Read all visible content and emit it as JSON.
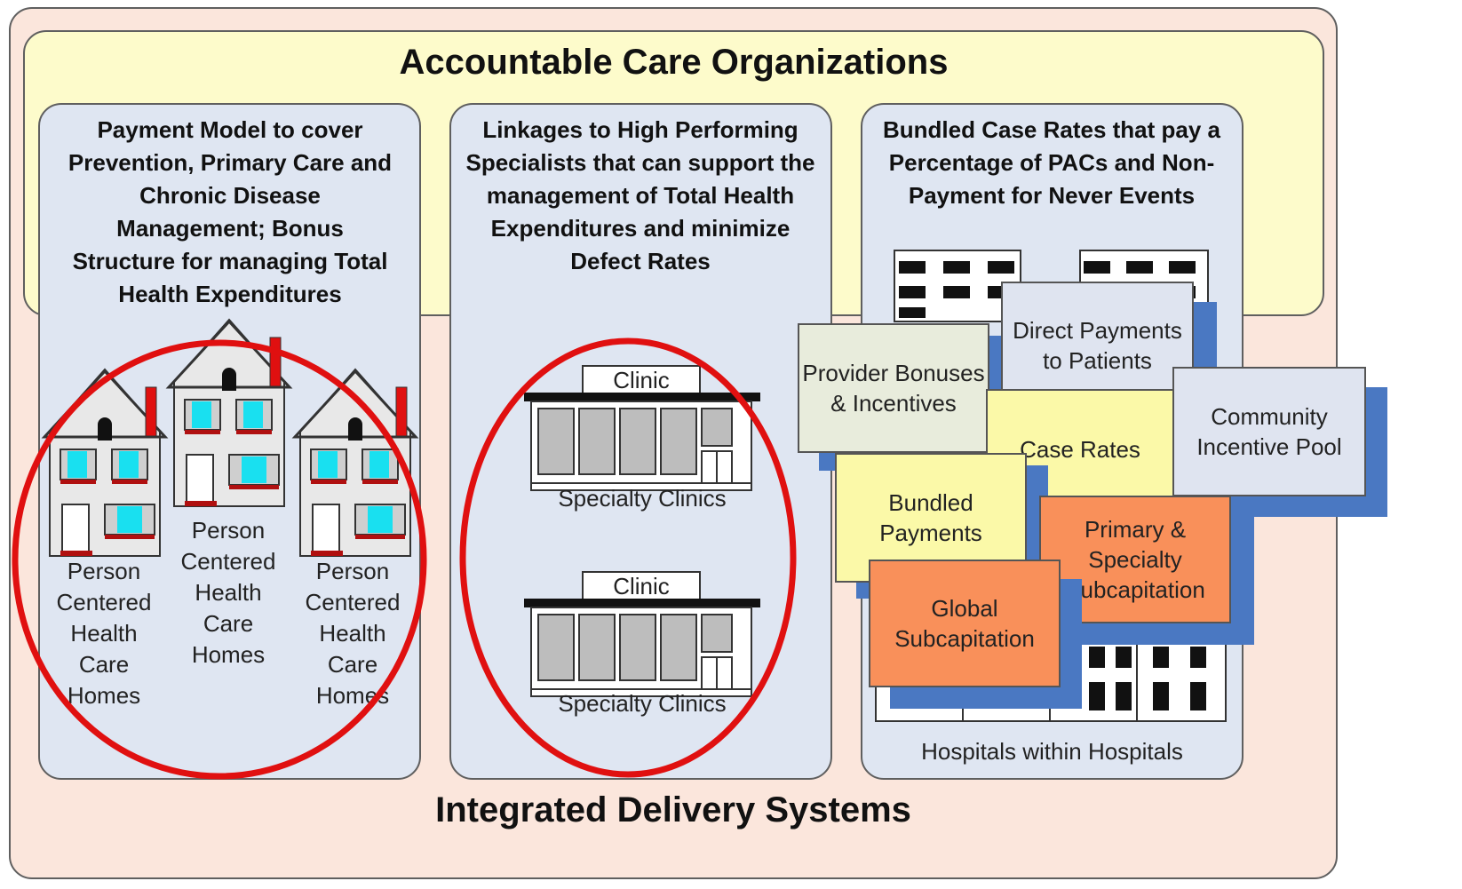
{
  "top_title": "Accountable Care Organizations",
  "bottom_title": "Integrated Delivery Systems",
  "panels": [
    {
      "title": "Payment Model to cover Prevention, Primary Care and Chronic Disease Management;  Bonus Structure for managing Total Health Expenditures"
    },
    {
      "title": "Linkages to High Performing Specialists that can support the management of Total Health Expenditures and minimize Defect Rates"
    },
    {
      "title": "Bundled Case Rates that pay a Percentage of PACs and Non-Payment for Never Events"
    }
  ],
  "homes": {
    "left_label": "Person Centered Health Care Homes",
    "center_label": "Person Centered Health Care Homes",
    "right_label": "Person Centered Health Care Homes"
  },
  "clinics": {
    "sign": "Clinic",
    "label": "Specialty Clinics"
  },
  "hospitals_label": "Hospitals within Hospitals",
  "payment_cards": {
    "provider_bonuses": "Provider Bonuses & Incentives",
    "direct_payments": "Direct Payments to Patients",
    "community_pool": "Community Incentive Pool",
    "case_rates": "Case Rates",
    "bundled_payments": "Bundled Payments",
    "primary_specialty": "Primary & Specialty Subcapitation",
    "global_subcap": "Global Subcapitation"
  },
  "colors": {
    "outer_bg": "#fbe6dc",
    "aco_bg": "#fdfbcb",
    "panel_bg": "#dfe6f2",
    "circle": "#e01010",
    "shadow": "#4a78c2",
    "card_grey": "#e8ecdc",
    "card_blue": "#dfe4f0",
    "card_yellow": "#fbf9a8",
    "card_orange": "#f9905a",
    "window": "#19e0f0",
    "chimney": "#e01010"
  }
}
